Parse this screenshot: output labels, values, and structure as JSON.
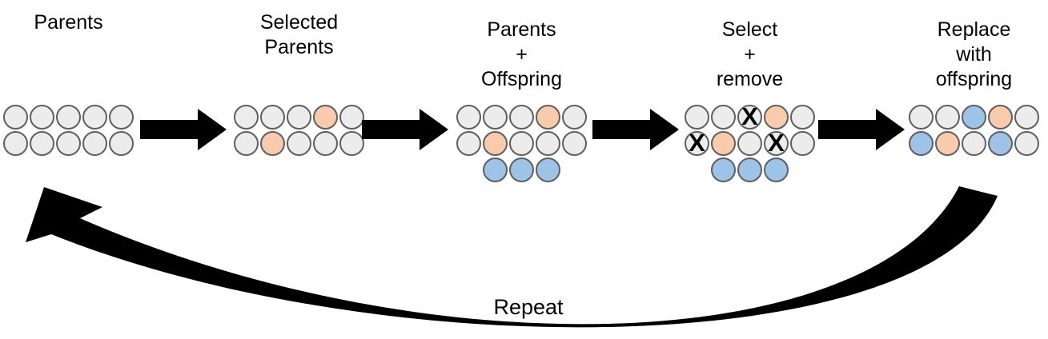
{
  "diagram": {
    "kind": "genetic-algorithm-cycle",
    "stages": [
      {
        "name": "parents",
        "label_lines": [
          "Parents"
        ],
        "rows": [
          [
            "gray",
            "gray",
            "gray",
            "gray",
            "gray"
          ],
          [
            "gray",
            "gray",
            "gray",
            "gray",
            "gray"
          ]
        ]
      },
      {
        "name": "selected-parents",
        "label_lines": [
          "Selected",
          "Parents"
        ],
        "rows": [
          [
            "gray",
            "gray",
            "gray",
            "orange",
            "gray"
          ],
          [
            "gray",
            "orange",
            "gray",
            "gray",
            "gray"
          ]
        ]
      },
      {
        "name": "parents-plus-offspring",
        "label_lines": [
          "Parents",
          "+",
          "Offspring"
        ],
        "rows": [
          [
            "gray",
            "gray",
            "gray",
            "orange",
            "gray"
          ],
          [
            "gray",
            "orange",
            "gray",
            "gray",
            "gray"
          ]
        ],
        "offspring_row": [
          "blue",
          "blue",
          "blue"
        ]
      },
      {
        "name": "select-plus-remove",
        "label_lines": [
          "Select",
          "+",
          "remove"
        ],
        "rows": [
          [
            "gray",
            "gray",
            "gray-x",
            "orange",
            "gray"
          ],
          [
            "gray-x",
            "orange",
            "gray",
            "gray-x",
            "gray"
          ]
        ],
        "offspring_row": [
          "blue",
          "blue",
          "blue"
        ]
      },
      {
        "name": "replace-with-offspring",
        "label_lines": [
          "Replace",
          "with",
          "offspring"
        ],
        "rows": [
          [
            "gray",
            "gray",
            "blue",
            "orange",
            "gray"
          ],
          [
            "blue",
            "orange",
            "gray",
            "blue",
            "gray"
          ]
        ]
      }
    ],
    "x_mark": "X",
    "repeat_label": "Repeat",
    "colors": {
      "gray": "#ececec",
      "orange": "#f8cbad",
      "blue": "#9dc3e6",
      "circle-border": "#5f5f5f",
      "arrow": "#000000"
    }
  }
}
